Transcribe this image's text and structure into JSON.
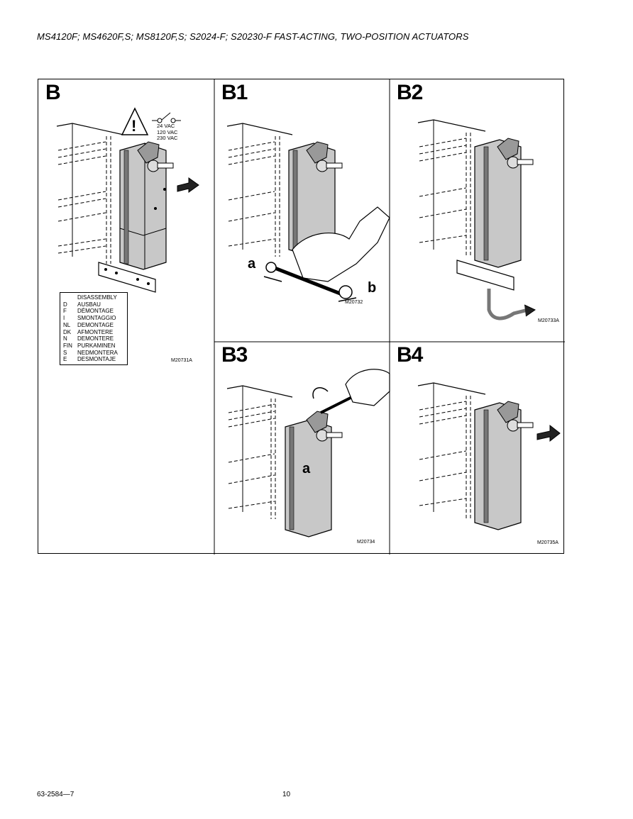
{
  "header": {
    "title": "MS4120F; MS4620F,S; MS8120F,S; S2024-F; S20230-F FAST-ACTING, TWO-POSITION ACTUATORS"
  },
  "panels": {
    "b": {
      "label": "B",
      "code": "M20731A",
      "voltages": [
        "24 VAC",
        "120 VAC",
        "230 VAC"
      ],
      "languages": [
        {
          "code": "",
          "text": "DISASSEMBLY"
        },
        {
          "code": "D",
          "text": "AUSBAU"
        },
        {
          "code": "F",
          "text": "DÉMONTAGE"
        },
        {
          "code": "I",
          "text": "SMONTAGGIO"
        },
        {
          "code": "NL",
          "text": "DEMONTAGE"
        },
        {
          "code": "DK",
          "text": "AFMONTERE"
        },
        {
          "code": "N",
          "text": "DEMONTERE"
        },
        {
          "code": "FIN",
          "text": "PURKAMINEN"
        },
        {
          "code": "S",
          "text": "NEDMONTERA"
        },
        {
          "code": "E",
          "text": "DESMONTAJE"
        }
      ]
    },
    "b1": {
      "label": "B1",
      "code": "M20732",
      "callout_a": "a",
      "callout_b": "b"
    },
    "b2": {
      "label": "B2",
      "code": "M20733A"
    },
    "b3": {
      "label": "B3",
      "code": "M20734",
      "callout_a": "a"
    },
    "b4": {
      "label": "B4",
      "code": "M20735A"
    }
  },
  "footer": {
    "doc_number": "63-2584—7",
    "page_number": "10"
  }
}
